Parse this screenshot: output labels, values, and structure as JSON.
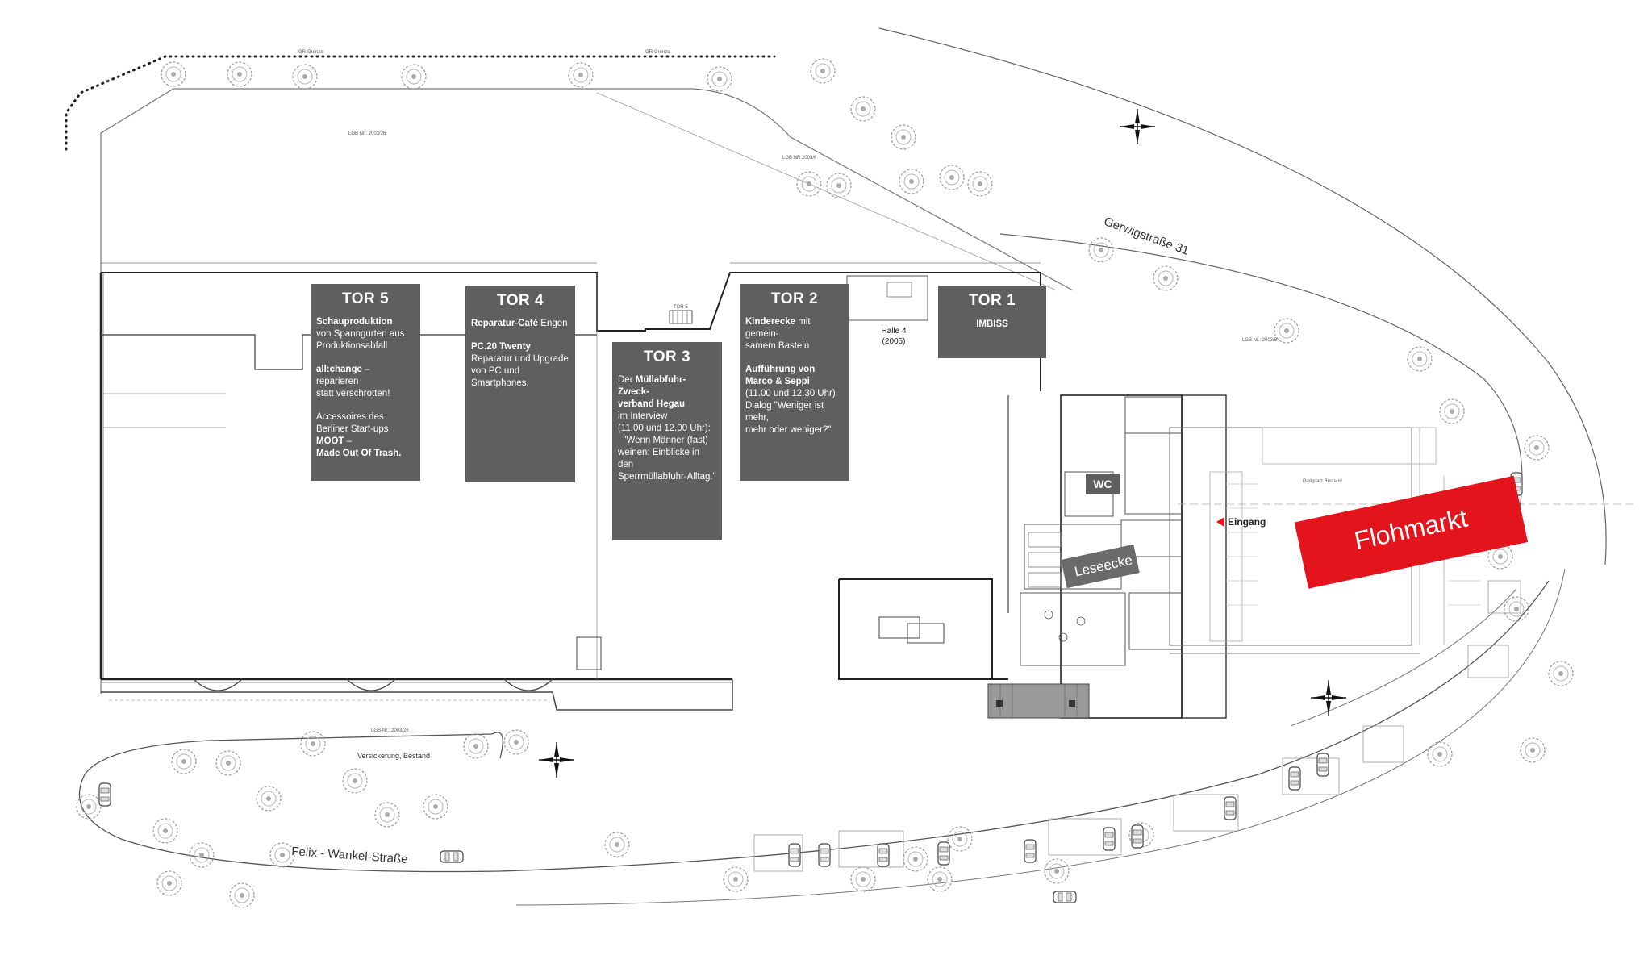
{
  "streets": {
    "gerwig": "Gerwigstraße  31",
    "felix": "Felix - Wankel-Straße"
  },
  "plan_labels": {
    "gr_grenze_1": "GR-Grenze",
    "gr_grenze_2": "GR-Grenze",
    "lgb_top": "LGB NR 2003/6",
    "lgb_inner": "LGB Nr.: 2003/26",
    "lgb_bottom": "LGB-Nr.: 2003/26",
    "lgb_right": "LGB Nr.: 2003/8",
    "versickerung": "Versickerung, Bestand",
    "parkplatz": "Parkplatz Bestand",
    "halle4_line1": "Halle 4",
    "halle4_line2": "(2005)",
    "tor_small": "TOR 5"
  },
  "tor5": {
    "title": "TOR 5",
    "l1": "Schauproduktion",
    "l2": "von Spanngurten aus",
    "l3": "Produktionsabfall",
    "l4a": "all:change",
    "l4b": " – reparieren",
    "l5": "statt verschrotten!",
    "l6": "Accessoires des",
    "l7a": "Berliner Start-ups ",
    "l7b": "MOOT",
    "l7c": " –",
    "l8": "Made Out Of Trash."
  },
  "tor4": {
    "title": "TOR 4",
    "l1a": "Reparatur-Café",
    "l1b": " Engen",
    "l2": "PC.20 Twenty",
    "l3": "Reparatur und Upgrade",
    "l4": "von PC und Smartphones."
  },
  "tor3": {
    "title": "TOR 3",
    "l1a": "Der ",
    "l1b": "Müllabfuhr-Zweck-",
    "l2": "verband Hegau",
    "l3": "im Interview",
    "l4": "(11.00 und 12.00 Uhr):",
    "l5": "  \"Wenn Männer (fast)",
    "l6": "weinen: Einblicke in den",
    "l7": "Sperrmüllabfuhr-Alltag.\""
  },
  "tor2": {
    "title": "TOR 2",
    "l1a": "Kinderecke",
    "l1b": " mit gemein-",
    "l2": "samem Basteln",
    "l3": "Aufführung von",
    "l4": "Marco & Seppi",
    "l5": "(11.00 und 12.30 Uhr)",
    "l6": "Dialog \"Weniger ist mehr,",
    "l7": "mehr oder weniger?\""
  },
  "tor1": {
    "title": "TOR 1",
    "l1": "IMBISS"
  },
  "wc": "WC",
  "leseecke": "Leseecke",
  "eingang": "Eingang",
  "flohmarkt": "Flohmarkt",
  "colors": {
    "box": "#5f5f5f",
    "flohmarkt": "#e3141b",
    "eingang_arrow": "#e3141b"
  },
  "icons": [
    "compass-rose-icon",
    "tree-icon",
    "car-icon",
    "arrow-left-icon"
  ]
}
